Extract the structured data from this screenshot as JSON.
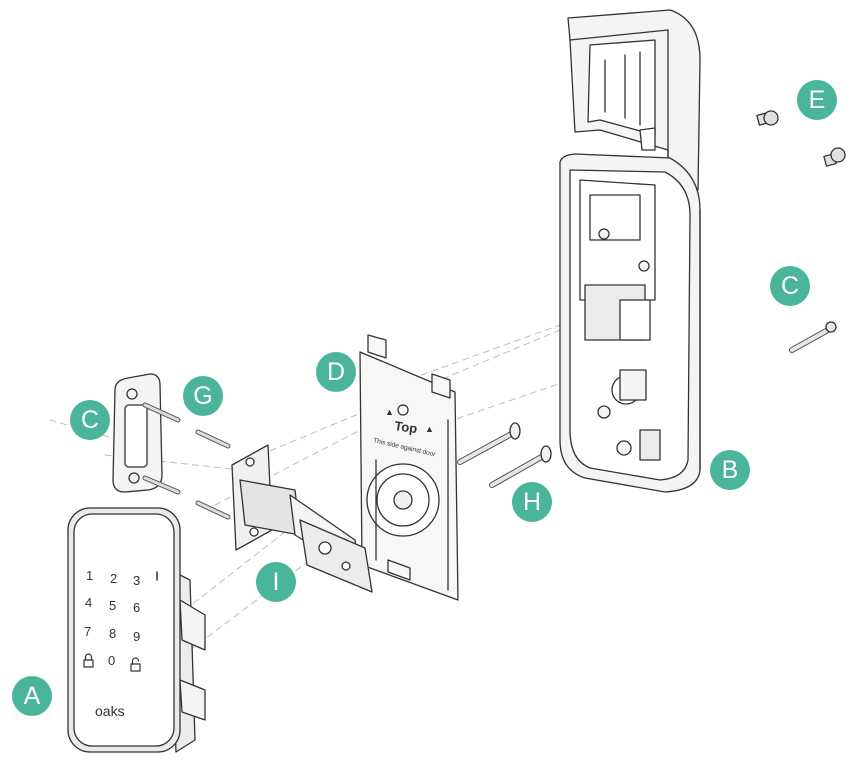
{
  "theme": {
    "callout_color": "#4bb59c",
    "line_color": "#333333",
    "fill_color": "#f4f4f4"
  },
  "callouts": {
    "A": "A",
    "B": "B",
    "C_top": "C",
    "C_left": "C",
    "D": "D",
    "E": "E",
    "G": "G",
    "H": "H",
    "I": "I"
  },
  "keypad": {
    "keys": [
      "1",
      "2",
      "3",
      "4",
      "5",
      "6",
      "7",
      "8",
      "9",
      "0"
    ],
    "lock_icon": "lock-icon",
    "unlock_icon": "unlock-icon",
    "brand": "oaks"
  },
  "mounting_plate": {
    "top_label": "Top",
    "note": "This side against door"
  }
}
